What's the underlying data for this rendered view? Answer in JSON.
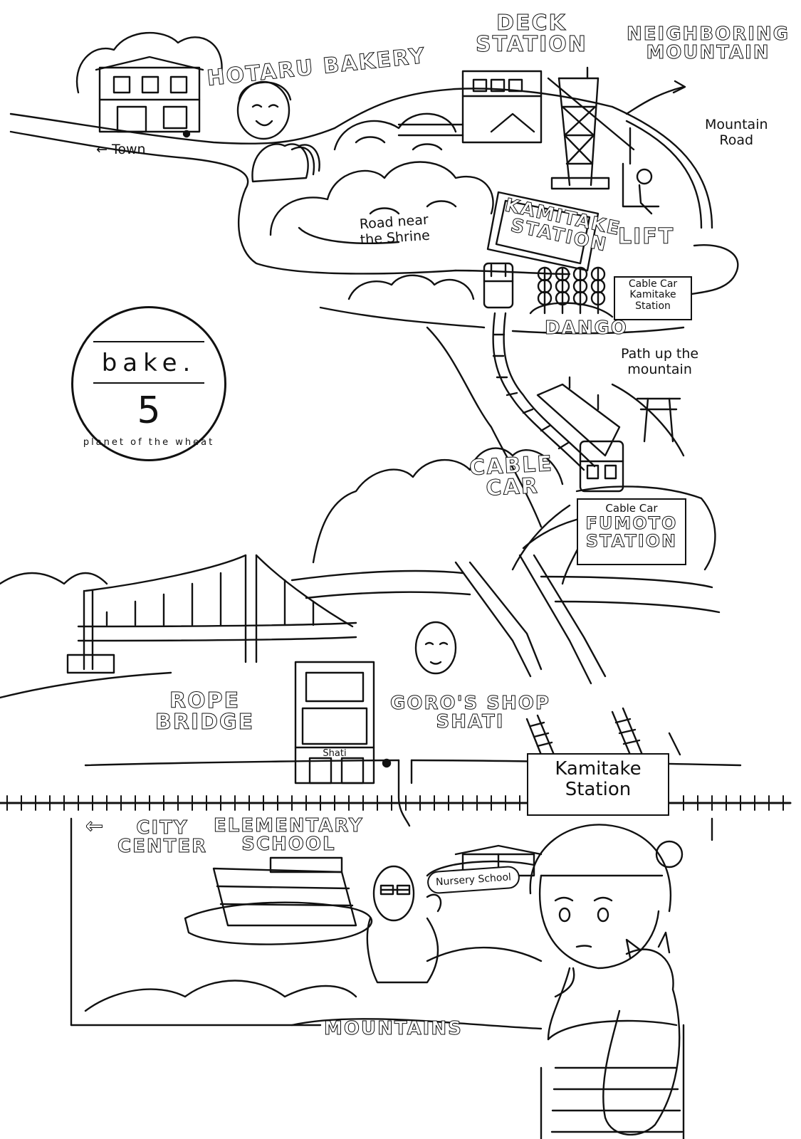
{
  "title_badge": {
    "series": "bake.",
    "number": "5",
    "subtitle": "planet of the wheat"
  },
  "labels": {
    "hotaru_bakery": "HOTARU BAKERY",
    "deck_station": "DECK\nSTATION",
    "neighboring_mountain": "NEIGHBORING\nMOUNTAIN",
    "mountain_road": "Mountain\nRoad",
    "town": "← Town",
    "road_near_shrine": "Road near\nthe Shrine",
    "kamitake_station_sign": "KAMITAKE\nSTATION",
    "lift": "LIFT",
    "cable_car_kamitake": "Cable Car\nKamitake\nStation",
    "dango": "DANGO",
    "path_up_mountain": "Path up the\nmountain",
    "cable_car": "CABLE\nCAR",
    "cable_car_fumoto_small": "Cable Car",
    "fumoto_station": "FUMOTO\nSTATION",
    "rope_bridge": "ROPE\nBRIDGE",
    "goros_shop": "GORO'S SHOP\nSHATI",
    "shop_sign": "Shati",
    "kamitake_station": "Kamitake\nStation",
    "city_center": "CITY\nCENTER",
    "city_center_arrow": "←",
    "elementary_school": "ELEMENTARY\nSCHOOL",
    "nursery_school": "Nursery School",
    "mountains": "MOUNTAINS"
  }
}
